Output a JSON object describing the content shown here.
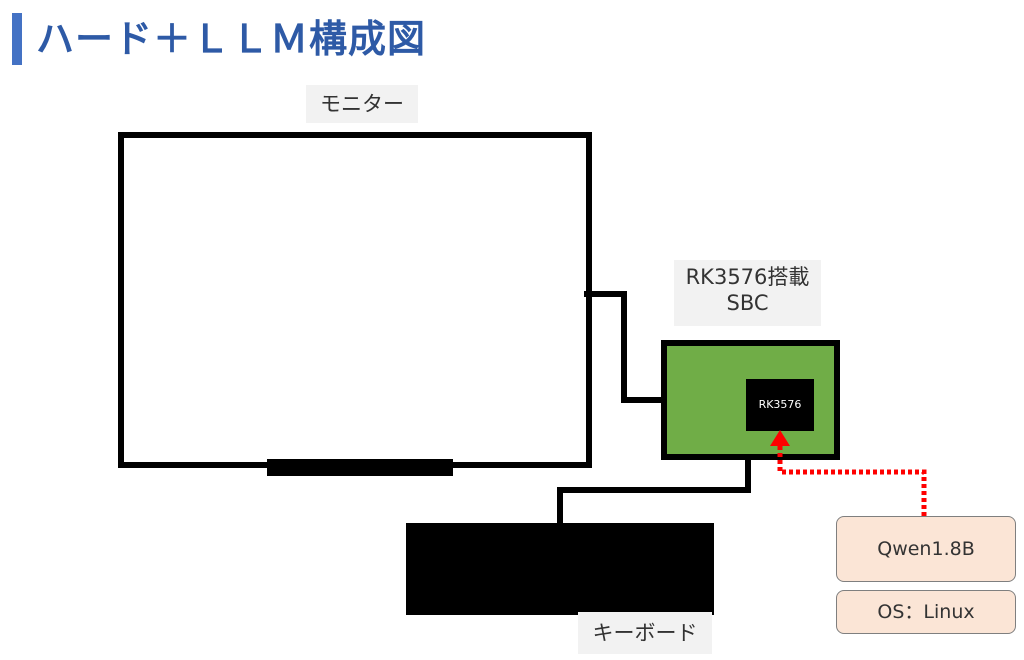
{
  "title": "ハード＋ＬＬＭ構成図",
  "labels": {
    "monitor": "モニター",
    "sbc_line1": "RK3576搭載",
    "sbc_line2": "SBC",
    "keyboard": "キーボード"
  },
  "chip": "RK3576",
  "software": {
    "model": "Qwen1.8B",
    "os": "OS：Linux"
  },
  "colors": {
    "title": "#2e5aa6",
    "accent_bar": "#4472c4",
    "sbc_board": "#70ad47",
    "software_box": "#fbe5d6",
    "dotted_arrow": "#ff0000"
  }
}
